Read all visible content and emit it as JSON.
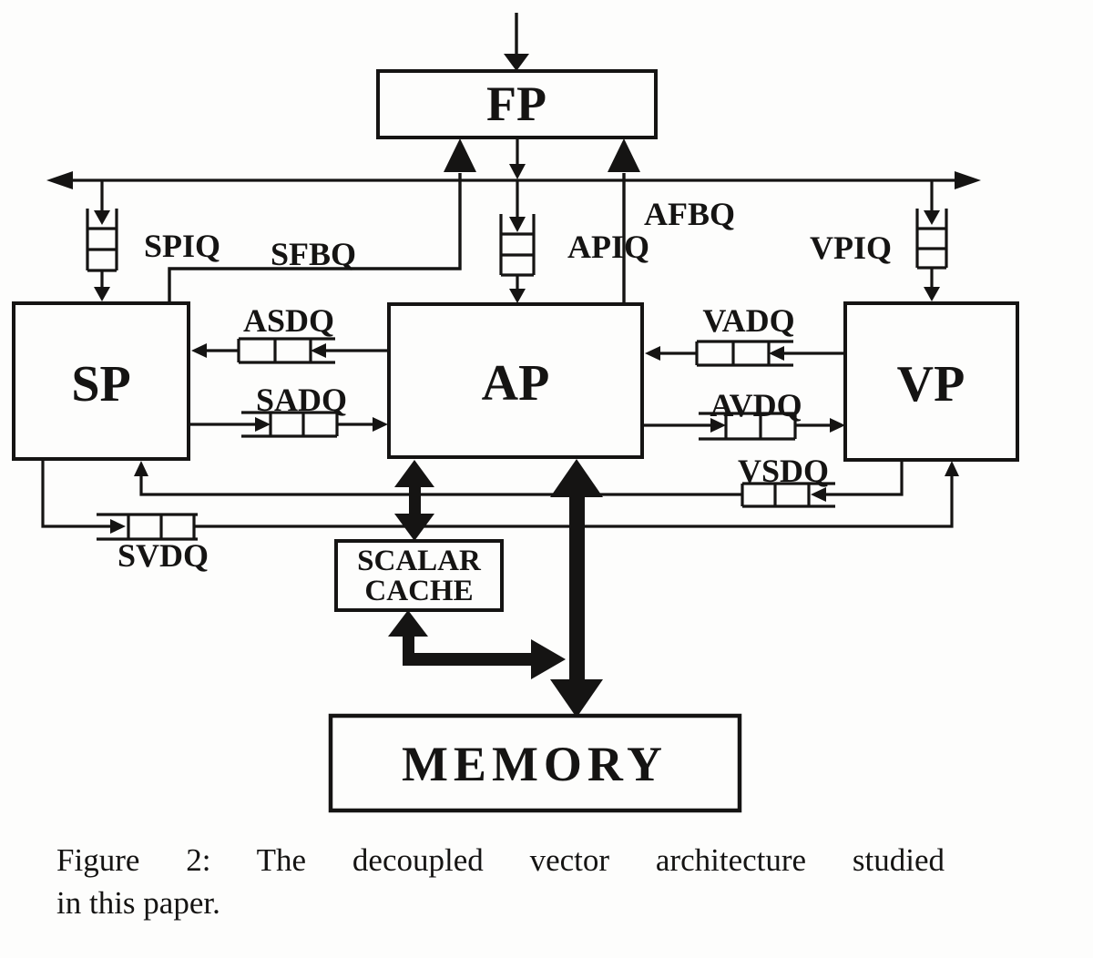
{
  "figure": {
    "caption_line1": "Figure 2: The decoupled vector architecture studied",
    "caption_line2": "in this paper."
  },
  "blocks": {
    "fp": {
      "label": "FP"
    },
    "sp": {
      "label": "SP"
    },
    "ap": {
      "label": "AP"
    },
    "vp": {
      "label": "VP"
    },
    "scalar_cache": {
      "label_line1": "SCALAR",
      "label_line2": "CACHE"
    },
    "memory": {
      "label": "MEMORY"
    }
  },
  "queue_labels": {
    "spiq": "SPIQ",
    "sfbq": "SFBQ",
    "afbq": "AFBQ",
    "apiq": "APIQ",
    "vpiq": "VPIQ",
    "asdq": "ASDQ",
    "sadq": "SADQ",
    "vadq": "VADQ",
    "avdq": "AVDQ",
    "vsdq": "VSDQ",
    "svdq": "SVDQ"
  },
  "colors": {
    "ink": "#151413",
    "paper": "#fdfdfc"
  }
}
